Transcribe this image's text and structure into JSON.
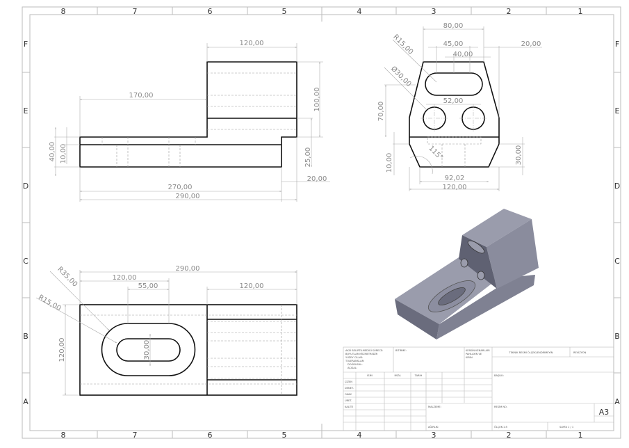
{
  "sheet": {
    "zones_columns": [
      "8",
      "7",
      "6",
      "5",
      "4",
      "3",
      "2",
      "1"
    ],
    "zones_rows": [
      "F",
      "E",
      "D",
      "C",
      "B",
      "A"
    ],
    "paper_size": "A3"
  },
  "front_view": {
    "dims": {
      "top_width": "120,00",
      "left_step": "170,00",
      "block_height": "100,00",
      "step_height": "25,00",
      "right_offset": "20,00",
      "base_height": "40,00",
      "lip_height": "10,00",
      "inner_length": "270,00",
      "overall_length": "290,00"
    }
  },
  "side_view": {
    "dims": {
      "top_width": "80,00",
      "slot_length": "45,00",
      "slot_center": "40,00",
      "right_offset": "20,00",
      "slot_radius": "R15,00",
      "hole_diameter": "Ø30,00",
      "hole_spacing": "52,00",
      "hole_height": "70,00",
      "lip_height": "10,00",
      "angle": "115°",
      "right_height": "30,00",
      "bottom_width": "92,02",
      "overall_width": "120,00"
    }
  },
  "top_view": {
    "dims": {
      "overall_length": "290,00",
      "slot_offset": "120,00",
      "slot_length": "55,00",
      "block_width": "120,00",
      "outer_radius": "R35,00",
      "inner_radius": "R15,00",
      "slot_width": "30,00",
      "overall_width": "120,00"
    }
  },
  "title_block": {
    "general_notes": [
      "AKSİ BELİRTİLMEDİĞİ SÜRECE:",
      "BOYUTLAR MİLİMETREDİR",
      "YÜZEY CİLASI:",
      "TOLERANSLAR:",
      "DOĞRUSAL:",
      "AÇISAL:"
    ],
    "finish_label": "BİTİRME:",
    "deburr_label": [
      "KESKİN KENARLARI",
      "PAHLAYIN VE",
      "KIRIN"
    ],
    "no_scale_label": "TEKNİK RESMİ ÖLÇEKLENDİRMEYİN",
    "revision_label": "REVİZYON",
    "columns": [
      "İSİM",
      "İMZA",
      "TARİH"
    ],
    "rows": [
      "ÇİZEN",
      "DENET.",
      "ONAY.",
      "ÜRET.",
      "KALİTE"
    ],
    "title_label": "BAŞLIK:",
    "material_label": "MALZEME:",
    "drawing_no_label": "RESİM NO.",
    "size": "A3",
    "weight_label": "AĞIRLIK:",
    "scale_label": "ÖLÇEK:1:5",
    "sheet_label": "SAYFA 1 / 1"
  },
  "colors": {
    "object_line": "#111111",
    "dimension_line": "#aaaaaa",
    "dimension_text": "#8a8a8a",
    "iso_face_light": "#9a9cac",
    "iso_face_mid": "#7f8192",
    "iso_face_dark": "#5f6172"
  }
}
